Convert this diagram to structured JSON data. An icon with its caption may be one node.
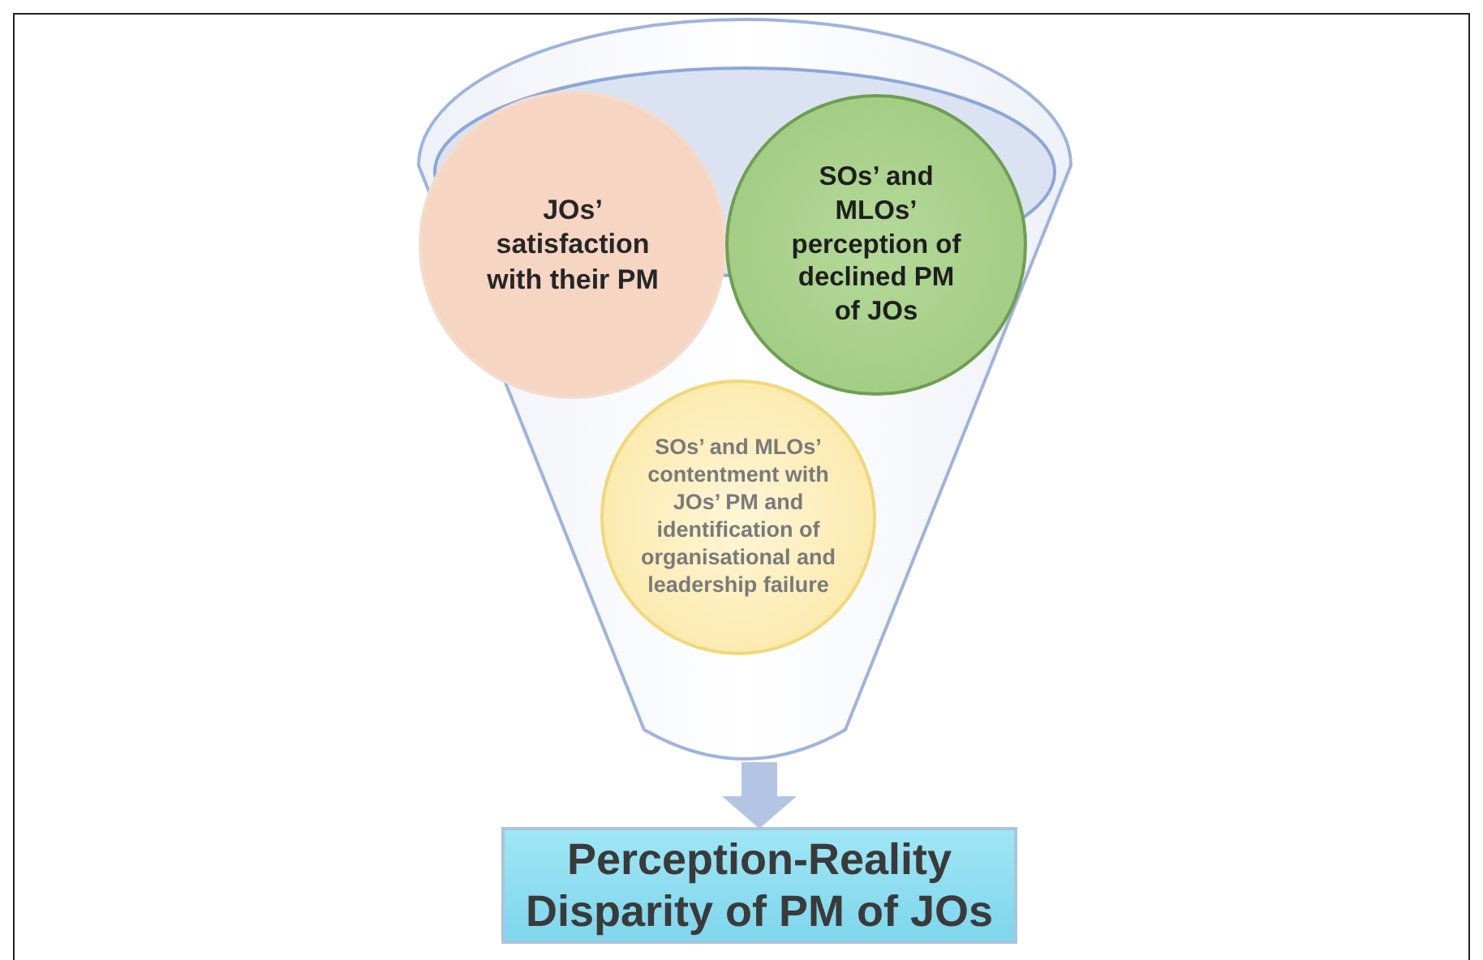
{
  "diagram": {
    "nodes": [
      {
        "text": [],
        "shape": "funnel"
      },
      {
        "text": [
          "JOs’ satisfaction with their PM"
        ],
        "in": 0
      },
      {
        "text": [
          "SOs’ and MLOs’ perception of declined PM of JOs"
        ],
        "in": 0
      },
      {
        "text": [
          "SOs’ and MLOs’ contentment with JOs’ PM and identification of organisational and leadership failure"
        ],
        "in": 0
      },
      {
        "text": [
          "Perception-Reality Disparity of PM of JOs"
        ]
      }
    ],
    "edges": [
      {
        "from": 0,
        "to": 4,
        "arrow": "to"
      }
    ]
  }
}
